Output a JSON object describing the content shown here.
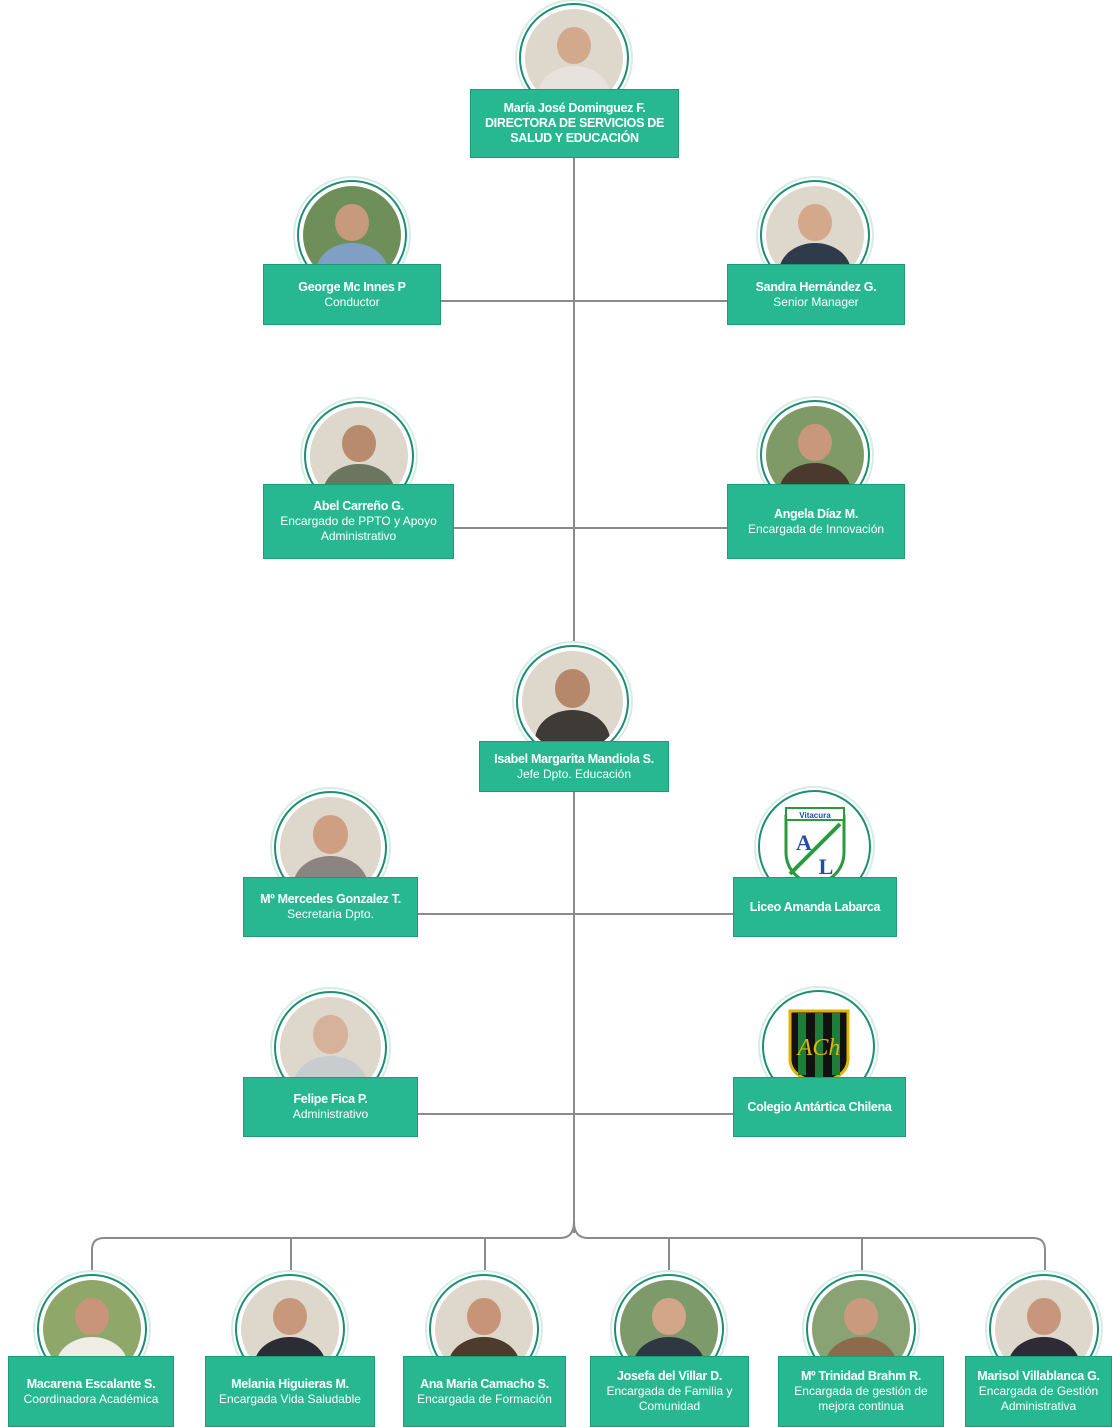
{
  "director": {
    "name": "María José Dominguez F.",
    "role_line1": "DIRECTORA DE SERVICIOS DE",
    "role_line2": "SALUD Y EDUCACIÓN"
  },
  "staff": [
    {
      "name": "George Mc Innes P",
      "role": "Conductor"
    },
    {
      "name": "Sandra Hernández G.",
      "role": "Senior Manager"
    },
    {
      "name": "Abel Carreño G.",
      "role": "Encargado de PPTO y Apoyo Administrativo"
    },
    {
      "name": "Angela Díaz M.",
      "role": "Encargada de Innovación"
    }
  ],
  "education_head": {
    "name": "Isabel Margarita Mandiola S.",
    "role": "Jefe Dpto. Educación"
  },
  "education_staff": [
    {
      "name": "Mº Mercedes Gonzalez T.",
      "role": "Secretaria Dpto."
    },
    {
      "name": "Felipe Fica P.",
      "role": "Administrativo"
    }
  ],
  "schools": [
    {
      "name": "Liceo Amanda Labarca",
      "logo_text": "Vitacura",
      "logo_letters": [
        "A",
        "L"
      ]
    },
    {
      "name": "Colegio Antártica Chilena",
      "logo_letters": "ACh"
    }
  ],
  "team": [
    {
      "name": "Macarena Escalante S.",
      "role": "Coordinadora Académica"
    },
    {
      "name": "Melania Higuieras M.",
      "role": "Encargada Vida Saludable"
    },
    {
      "name": "Ana Maria Camacho S.",
      "role": "Encargada de Formación"
    },
    {
      "name": "Josefa del Villar D.",
      "role": "Encargada de Familia y Comunidad"
    },
    {
      "name": "Mº Trinidad Brahm R.",
      "role": "Encargada de gestión de mejora continua"
    },
    {
      "name": "Marisol Villablanca G.",
      "role": "Encargada de Gestión Administrativa"
    }
  ],
  "colors": {
    "box": "#27b891",
    "line": "#8a8a8a",
    "ring": "#1c8f73"
  }
}
